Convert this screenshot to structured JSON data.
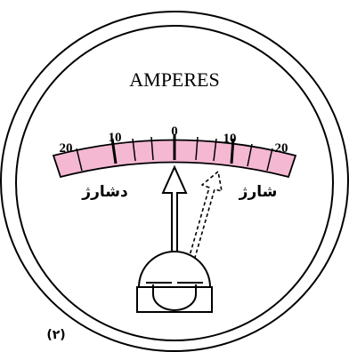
{
  "gauge": {
    "title": "AMPERES",
    "scale_labels": {
      "left_20": "20",
      "left_10": "10",
      "center_0": "0",
      "right_10": "10",
      "right_20": "20"
    },
    "discharge_label": "دشارژ",
    "charge_label": "شارژ",
    "figure_number": "(۲)",
    "colors": {
      "scale_fill": "#f4b8d2",
      "line": "#000000",
      "background": "#ffffff"
    }
  }
}
